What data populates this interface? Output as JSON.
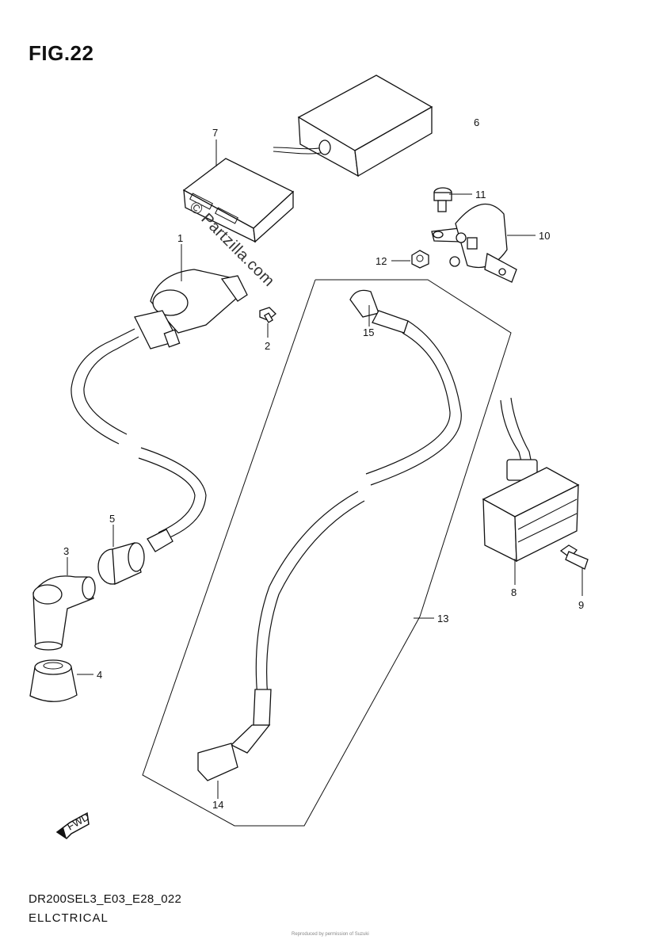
{
  "figure": {
    "title": "FIG.22"
  },
  "watermark": "© Partzilla.com",
  "footer": {
    "code": "DR200SEL3_E03_E28_022",
    "title": "ELLCTRICAL",
    "small_print": "Reproduced by permission of Suzuki"
  },
  "fwd_label": "FWD",
  "callouts": [
    {
      "id": "1",
      "label": "1"
    },
    {
      "id": "2",
      "label": "2"
    },
    {
      "id": "3",
      "label": "3"
    },
    {
      "id": "4",
      "label": "4"
    },
    {
      "id": "5",
      "label": "5"
    },
    {
      "id": "6",
      "label": "6"
    },
    {
      "id": "7",
      "label": "7"
    },
    {
      "id": "8",
      "label": "8"
    },
    {
      "id": "9",
      "label": "9"
    },
    {
      "id": "10",
      "label": "10"
    },
    {
      "id": "11",
      "label": "11"
    },
    {
      "id": "12",
      "label": "12"
    },
    {
      "id": "13",
      "label": "13"
    },
    {
      "id": "14",
      "label": "14"
    },
    {
      "id": "15",
      "label": "15"
    }
  ]
}
